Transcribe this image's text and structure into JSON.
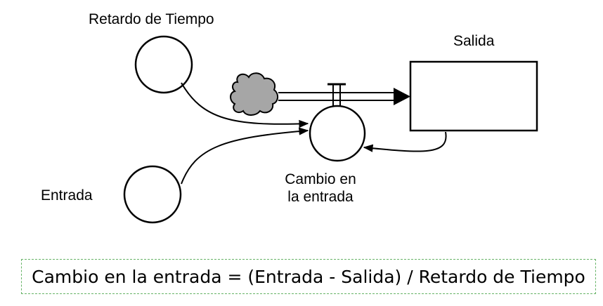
{
  "labels": {
    "retardo": "Retardo de Tiempo",
    "salida": "Salida",
    "entrada": "Entrada",
    "cambio_line1": "Cambio en",
    "cambio_line2": "la entrada"
  },
  "equation": "Cambio en la entrada = (Entrada - Salida) / Retardo de Tiempo",
  "colors": {
    "stroke": "#000000",
    "cloud_fill": "#a6a6a6",
    "equation_border": "#66b366"
  }
}
